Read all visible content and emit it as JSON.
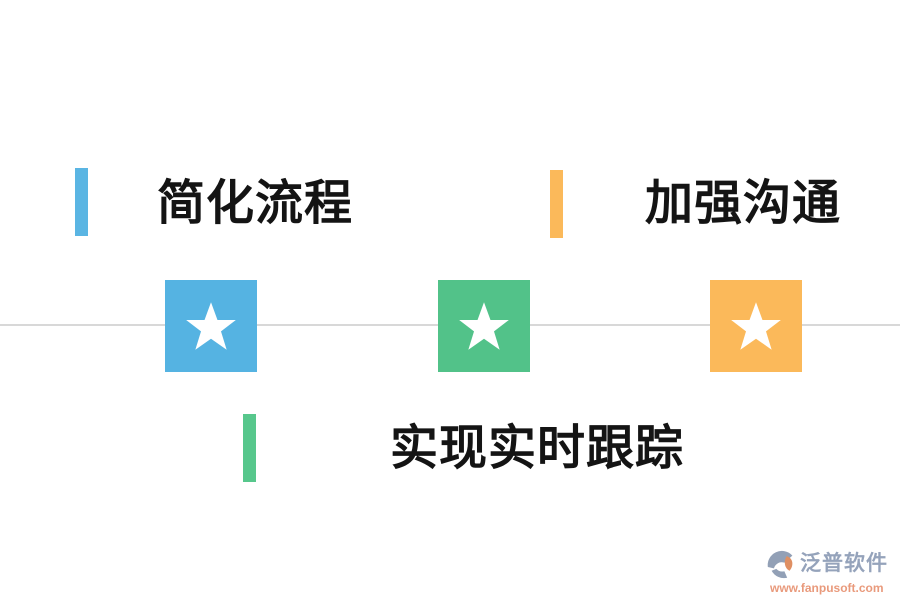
{
  "page": {
    "background_color": "#ffffff",
    "divider_color": "#d8d8d8"
  },
  "features": [
    {
      "label": "简化流程",
      "accent_color": "#5ab5e3"
    },
    {
      "label": "加强沟通",
      "accent_color": "#fbb95a"
    },
    {
      "label": "实现实时跟踪",
      "accent_color": "#57c78c"
    }
  ],
  "milestones": [
    {
      "icon": "star-icon",
      "color": "#55b3e2",
      "star_color": "#ffffff"
    },
    {
      "icon": "star-icon",
      "color": "#52c289",
      "star_color": "#ffffff"
    },
    {
      "icon": "star-icon",
      "color": "#fbb95a",
      "star_color": "#ffffff"
    }
  ],
  "watermark": {
    "brand": "泛普软件",
    "url": "www.fanpusoft.com",
    "brand_color": "#95a3bb",
    "url_color": "#e99a7c",
    "icon_gray": "#92a0b6",
    "icon_orange": "#df8f62"
  }
}
